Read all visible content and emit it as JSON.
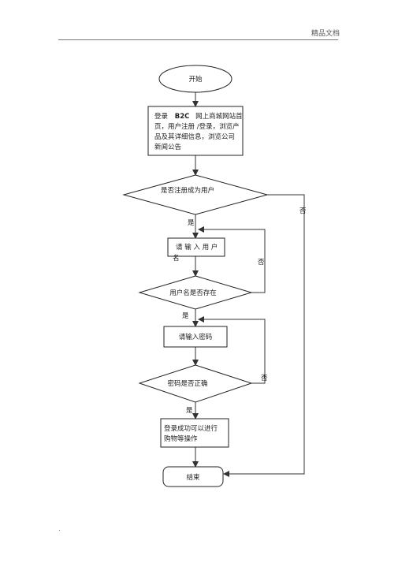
{
  "header": {
    "label": "精品文档"
  },
  "footer": {
    "mark": "."
  },
  "flowchart": {
    "start": "开始",
    "login_box": {
      "line1_a": "登录",
      "line1_b": "B2C",
      "line1_c": "网上商城网站首",
      "line2": "页，用户注册 /登录，浏览产",
      "line3": "品及其详细信息，浏览公司",
      "line4": "新闻公告"
    },
    "decision_registered": "是否注册成为用户",
    "input_username": {
      "line1": "请 输 入 用 户",
      "line2": "名"
    },
    "decision_username": "用户名是否存在",
    "input_password": "请输入密码",
    "decision_password": "密码是否正确",
    "success_box": {
      "line1": "登录成功可以进行",
      "line2": "购物等操作"
    },
    "end": "结束",
    "labels": {
      "yes_1": "是",
      "no_1": "否",
      "no_2": "否",
      "yes_2": "是",
      "no_3": "否",
      "yes_3": "是"
    }
  }
}
